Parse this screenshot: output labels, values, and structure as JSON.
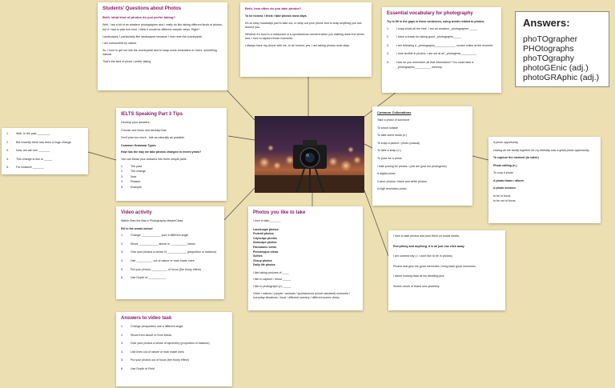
{
  "students_questions": {
    "title": "Students' Questions about Photos",
    "sub": "Beth, what kind of photos do you prefer taking?",
    "paragraphs": [
      "Well, I am a bit of an amateur photographer and I really do like taking different kinds of photos, but if I had to pick one kind, I think it would be different outside views. Right?",
      "Landscapes, I particularly like landscapes because I love near the countryside.",
      "I am surrounded by nature.",
      "So, I love to get out into the countryside and to snap some mountains or rivers, something natural.",
      "That's the kind of photo I prefer taking."
    ]
  },
  "how_often": {
    "sub": "Beth, how often do you take photos?",
    "paragraphs": [
      "To be honest, I think I take photos most days.",
      "It's so easy nowadays just to take out, to whip out your phone and to snap anything you see around you.",
      "Whether it's food in a restaurant or a spontaneous moment when you walking down the street, and, I love to capture those moments.",
      "I always have my phone with me, to be honest, yes, I am taking photos most days."
    ]
  },
  "vocab": {
    "title": "Essential vocabulary for photography",
    "instruction": "Try to fill in the gaps in these sentences, using words related to photos.",
    "items": [
      {
        "n": "1.",
        "text": "I snap shots all the time. I am an amateur _photographer _____"
      },
      {
        "n": "2.",
        "text": "I have a knack for taking good _photographs_____"
      },
      {
        "n": "3.",
        "text": "I am following a _photography_____________ course online at the moment."
      },
      {
        "n": "4.",
        "text": "I look terrible in photos, I am not at all _photogenic__________"
      },
      {
        "n": "5.",
        "text": "How do you remember all that information? You must have a _photographic__________ memory."
      }
    ]
  },
  "answers": {
    "title": "Answers:",
    "words": [
      "phoTOgrapher",
      "PHOtographs",
      "phoTOgraphy",
      "photoGEnic (adj.)",
      "photoGRAphic (adj.)"
    ]
  },
  "ielts": {
    "title": "IELTS Speaking Part 3 Tips",
    "tips": [
      "Develop your answers.",
      "Choose one focus and develop that.",
      "Don't plan too much - talk as naturally as possible."
    ],
    "grammar_title": "Common Grammar Types",
    "question": "How has the way we take photos changed in recent years?",
    "instruction": "You can break your answers into three simple parts.",
    "parts": [
      {
        "n": "1.",
        "text": "The past"
      },
      {
        "n": "2.",
        "text": "The change"
      },
      {
        "n": "3.",
        "text": "Now"
      },
      {
        "n": "4.",
        "text": "Reason"
      },
      {
        "n": "5.",
        "text": "Example"
      }
    ]
  },
  "past_box": {
    "items": [
      {
        "n": "1.",
        "text": "Well, in the past ________"
      },
      {
        "n": "2.",
        "text": "But recently there has been a huge change"
      },
      {
        "n": "3.",
        "text": "Now, we can see _______"
      },
      {
        "n": "4.",
        "text": "This change is due to _____"
      },
      {
        "n": "5.",
        "text": "For instance _______"
      }
    ]
  },
  "collocations": {
    "title": "Common Collocations",
    "lines": [
      "Take a photo of someone",
      "To shoot outside",
      "To take some shots (n.)",
      "To snap a picture / photo (casual)",
      "To take a snap (n.)",
      "To pose for a photo",
      "I hate posing for photos. I just am (just not photogenic)",
      "A digital photo",
      "Colour photos / black and white photos",
      "A high resolution photo"
    ]
  },
  "phrases": {
    "lines": [
      "A photo opportunity",
      "Having all the family together for my birthday was a great photo opportunity",
      "To capture the moment (to catch)",
      "Photo editing (n.)",
      "To crop a photo",
      "A photo frame / album",
      "A photo session",
      "to be in focus",
      "to be out of focus"
    ]
  },
  "video": {
    "title": "Video activity",
    "intro": "Watch Stan the Man's Photography MasterClass",
    "fill": "Fill in the words below!",
    "items": [
      {
        "n": "1.",
        "text": "Change ____________ your a different angle"
      },
      {
        "n": "2.",
        "text": "Shoot ____________ above or __________ below"
      },
      {
        "n": "3.",
        "text": "Give your photos a sense of ____________ (proportion or balance)"
      },
      {
        "n": "4.",
        "text": "Use __________ out of nature or man made ones"
      },
      {
        "n": "5.",
        "text": "Put your photos __________ of focus (the blurry effect)"
      },
      {
        "n": "6.",
        "text": "Use Depth of ___________"
      }
    ]
  },
  "video_answers": {
    "title": "Answers to video task",
    "items": [
      {
        "n": "1.",
        "text": "Change perspective use a different angle"
      },
      {
        "n": "2.",
        "text": "Shoot from above or from below"
      },
      {
        "n": "3.",
        "text": "Give your photos a sense of symmetry (proportion or balance)"
      },
      {
        "n": "4.",
        "text": "Use lines out of nature or man made ones"
      },
      {
        "n": "5.",
        "text": "Put your photos out of focus (the blurry effect)"
      },
      {
        "n": "6.",
        "text": "Use Depth of Field"
      }
    ]
  },
  "photos_like": {
    "title": "Photos you like to take",
    "intro": "I love to take_______",
    "types": [
      "Landscape photos",
      "Portrait photos",
      "Cityscape photos",
      "Seascape photos",
      "Panoramic views",
      "Picturesque views",
      "Selfies",
      "Group photos",
      "Daily life photos"
    ],
    "prompts": [
      "I like taking pictures of ____",
      "I like to capture / shoot _____",
      "I like to photograph (v.) _____",
      "Other / natives / people / animals / spontaneous (unset standard) moments / everyday situations / local / different scenery / different scenic views"
    ]
  },
  "social": {
    "lines": [
      "I love to take photos and post them on social media.",
      "Everything and anything, it is all just one click away.",
      "I am camera shy (= I don't like to be in photos)",
      "Photos that give me good memories / bring back good memories",
      "I adore looking back at my wedding pics",
      "Screen shots of brand new jewellery"
    ]
  }
}
